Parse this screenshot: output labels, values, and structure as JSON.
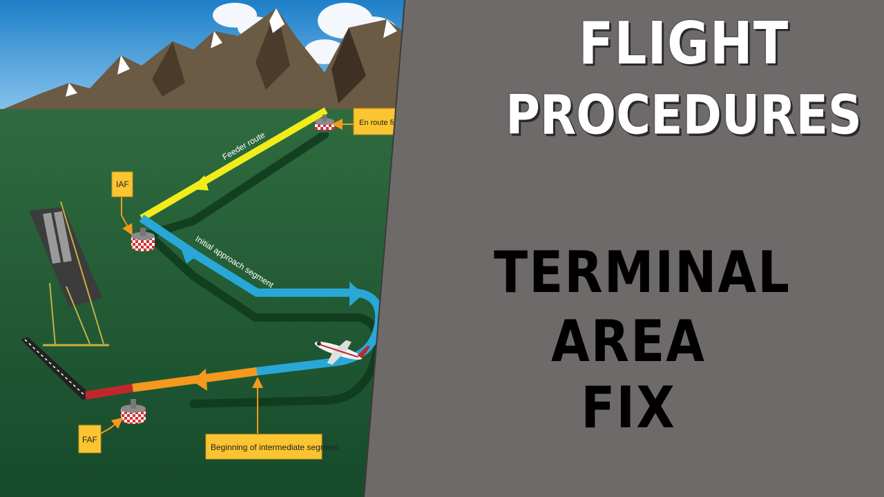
{
  "title": {
    "line1": "FLIGHT",
    "line2": "PROCEDURES",
    "line3": "TERMINAL",
    "line4": "AREA",
    "line5": "FIX"
  },
  "diagram": {
    "labels": {
      "en_route_fix": "En route fix",
      "iaf": "IAF",
      "faf": "FAF",
      "beginning_intermediate": "Beginning of intermediate segment",
      "feeder_route": "Feeder route",
      "initial_approach_segment": "Initial approach segment"
    },
    "colors": {
      "background_gray": "#6e6a69",
      "ground_green": "#1f5a34",
      "feeder_yellow": "#f2ec1c",
      "initial_blue": "#29a8d8",
      "intermediate_orange": "#f39a1e",
      "final_red": "#c0272d",
      "label_box": "#fbc531"
    }
  }
}
